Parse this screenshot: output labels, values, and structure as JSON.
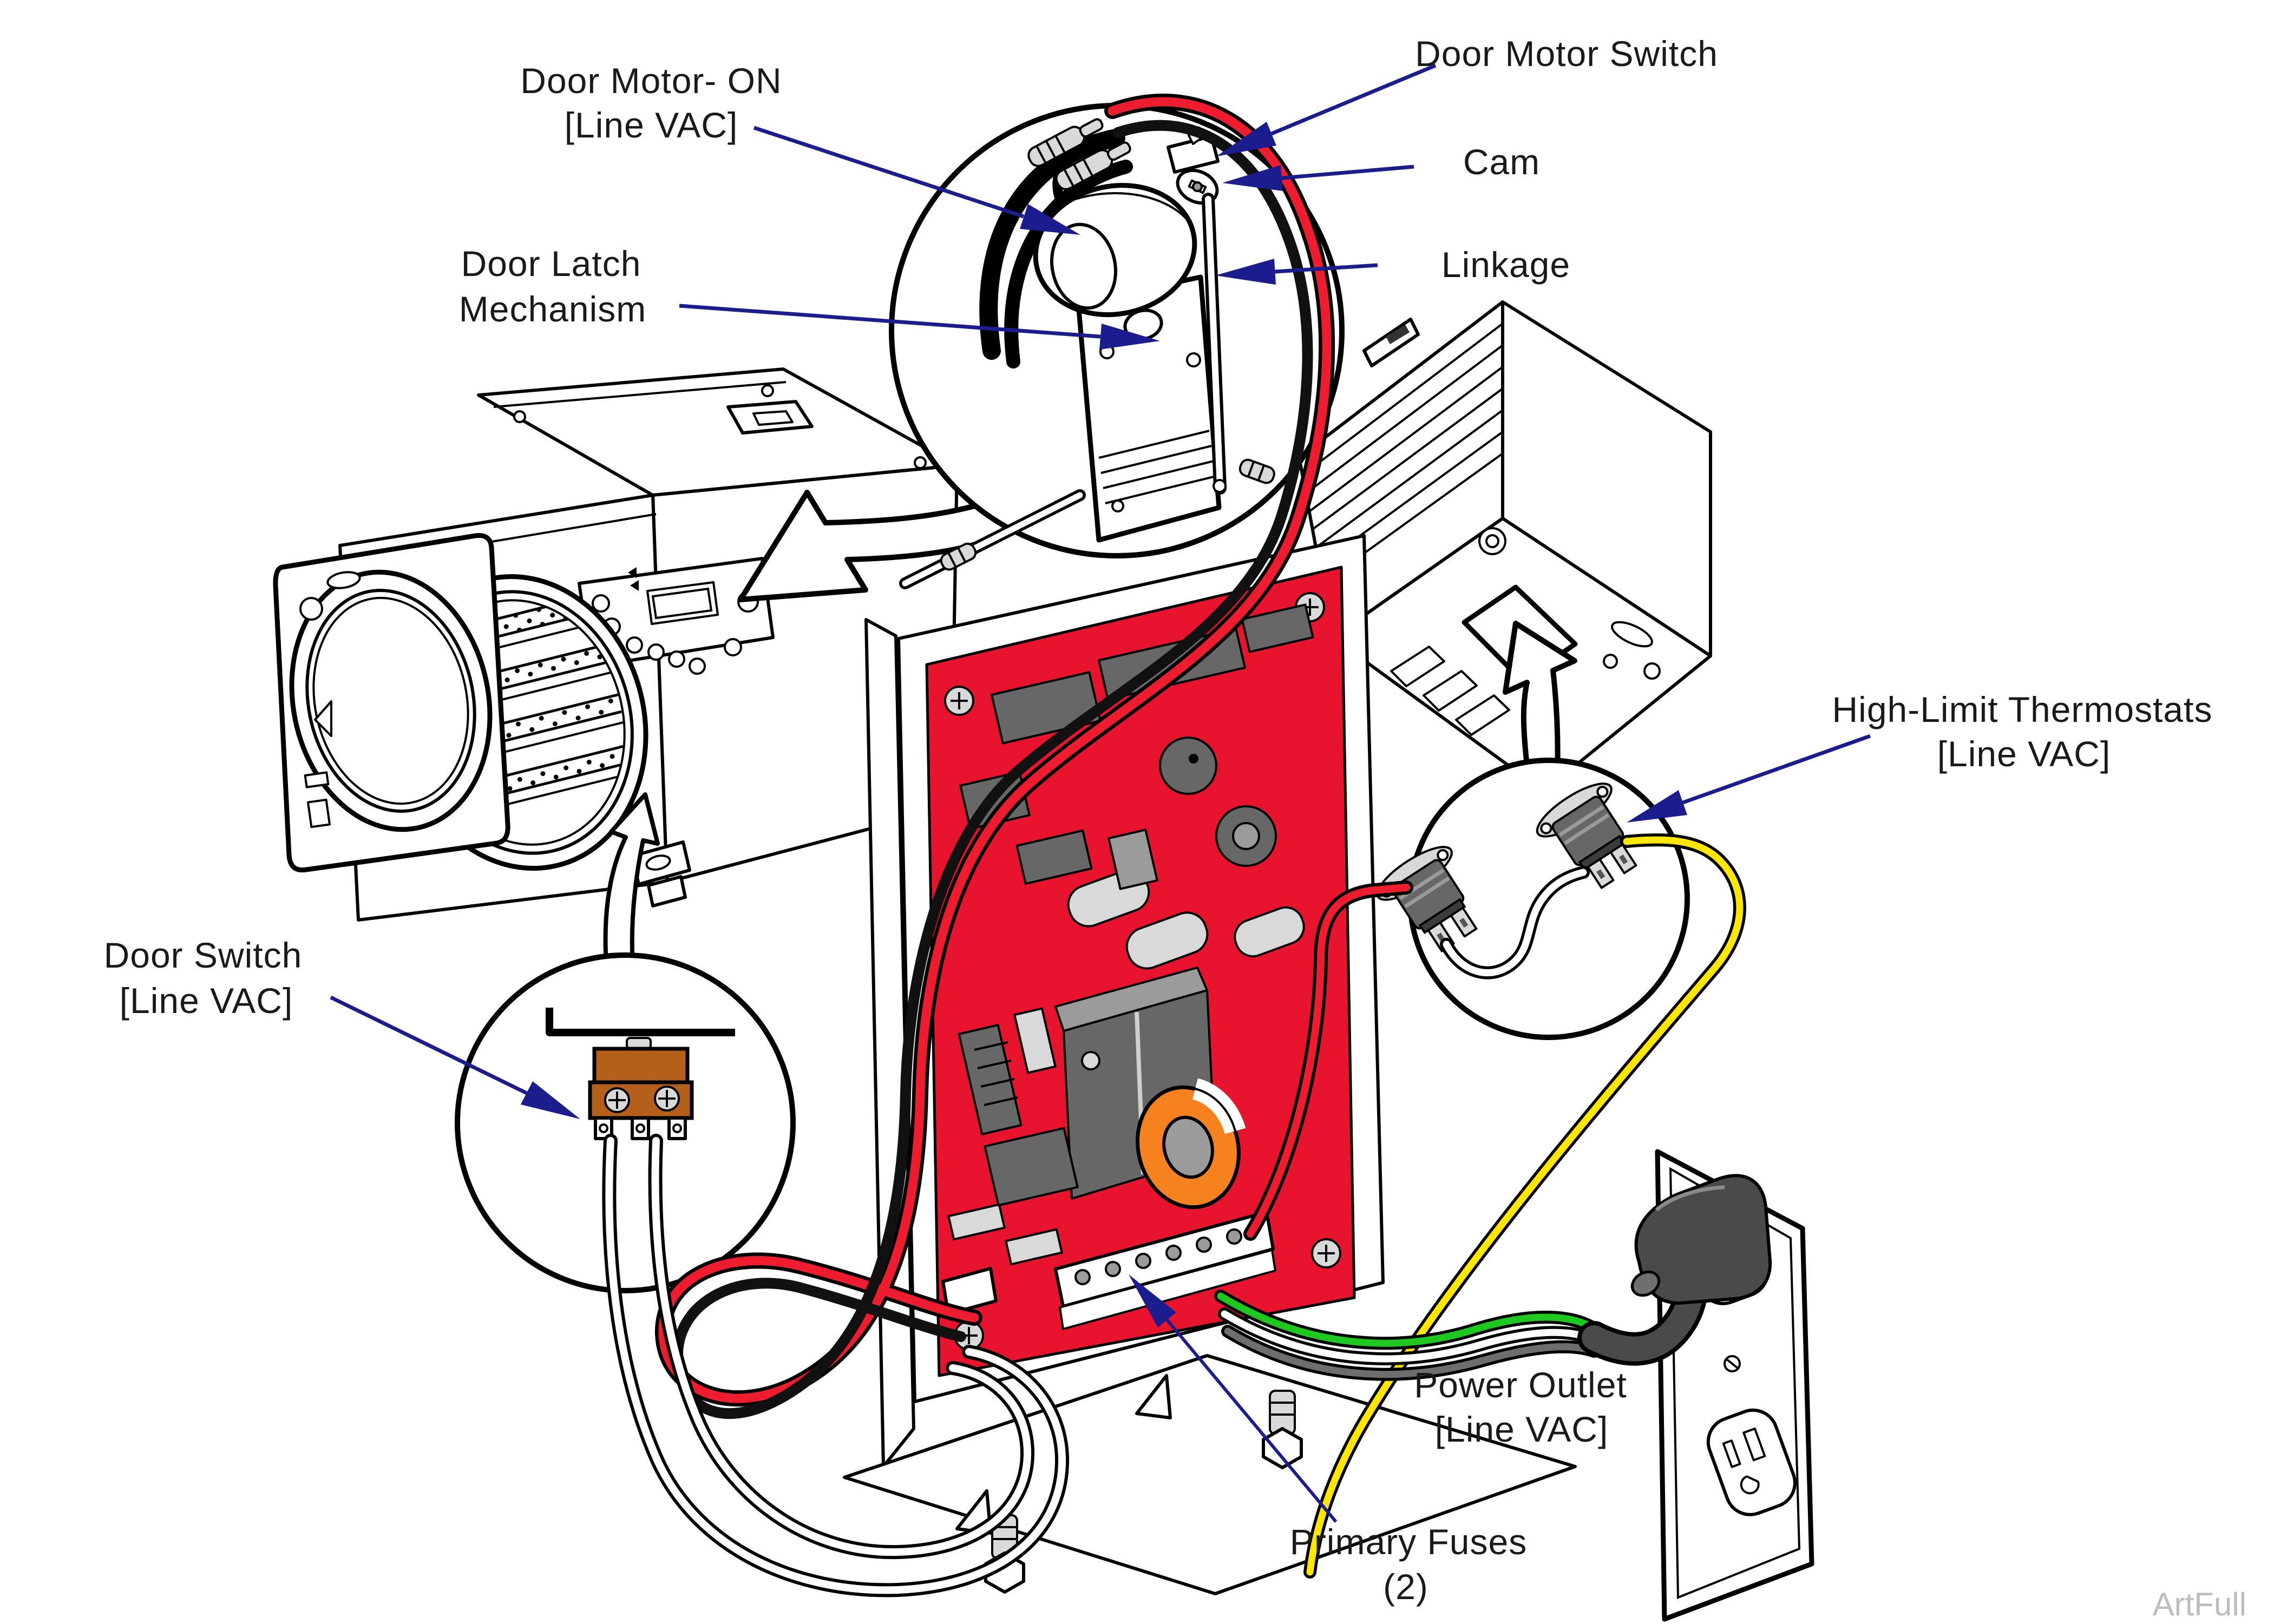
{
  "labels": {
    "door_motor_on": {
      "line1": "Door Motor- ON",
      "line2": "[Line VAC]"
    },
    "door_motor_switch": {
      "line1": "Door Motor Switch"
    },
    "cam": {
      "line1": "Cam"
    },
    "linkage": {
      "line1": "Linkage"
    },
    "door_latch_mechanism": {
      "line1": "Door Latch",
      "line2": "Mechanism"
    },
    "door_switch": {
      "line1": "Door Switch",
      "line2": "[Line VAC]"
    },
    "high_limit_thermostats": {
      "line1": "High-Limit Thermostats",
      "line2": "[Line VAC]"
    },
    "power_outlet": {
      "line1": "Power Outlet",
      "line2": "[Line VAC]"
    },
    "primary_fuses": {
      "line1": "Primary Fuses",
      "line2": "(2)"
    }
  },
  "watermark": {
    "text": "ArtFull"
  },
  "colors": {
    "label_text": "#1a1a1a",
    "arrow_blue": "#1b1c8e",
    "pcb_red": "#e8132d",
    "wire_red": "#ed1c2e",
    "wire_black": "#111111",
    "wire_yellow": "#ffe600",
    "wire_green": "#1ec81e",
    "wire_gray": "#6e6e6e",
    "wire_white": "#ffffff",
    "toroid_orange": "#f5821f",
    "switch_brown": "#b4601a",
    "component_dark": "#676767",
    "component_mid": "#9b9b9b",
    "component_light": "#d9d9d9",
    "cord_dark": "#4a4a4a",
    "watermark_gray": "#bdbdbd",
    "line_black": "#000000"
  }
}
